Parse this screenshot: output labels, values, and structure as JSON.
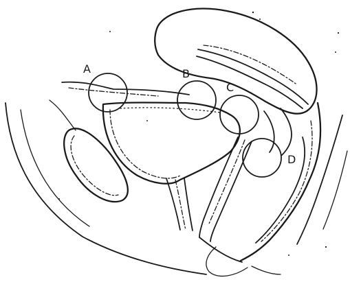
{
  "regions": [
    {
      "id": "a",
      "label": "A"
    },
    {
      "id": "b",
      "label": "B"
    },
    {
      "id": "c",
      "label": "C"
    },
    {
      "id": "d",
      "label": "D"
    }
  ],
  "colors": {
    "ink": "#1a1a1a",
    "paper": "#ffffff"
  }
}
